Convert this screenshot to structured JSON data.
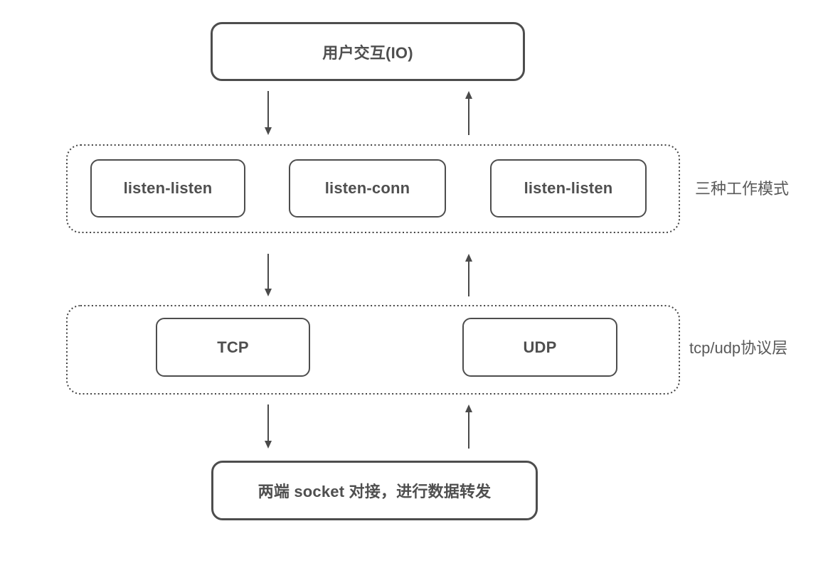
{
  "diagram": {
    "background_color": "#ffffff",
    "stroke_color": "#4d4d4d",
    "text_color": "#4f4f4f",
    "label_color": "#595959",
    "top_box": {
      "label": "用户交互(IO)"
    },
    "modes_group": {
      "side_label": "三种工作模式",
      "boxes": [
        {
          "label": "listen-listen"
        },
        {
          "label": "listen-conn"
        },
        {
          "label": "listen-listen"
        }
      ]
    },
    "protocol_group": {
      "side_label": "tcp/udp协议层",
      "boxes": [
        {
          "label": "TCP"
        },
        {
          "label": "UDP"
        }
      ]
    },
    "bottom_box": {
      "label": "两端 socket 对接，进行数据转发"
    },
    "arrows": [
      {
        "direction": "down",
        "from": "top_box",
        "to": "modes_group"
      },
      {
        "direction": "up",
        "from": "modes_group",
        "to": "top_box"
      },
      {
        "direction": "down",
        "from": "modes_group",
        "to": "protocol_group"
      },
      {
        "direction": "up",
        "from": "protocol_group",
        "to": "modes_group"
      },
      {
        "direction": "down",
        "from": "protocol_group",
        "to": "bottom_box"
      },
      {
        "direction": "up",
        "from": "bottom_box",
        "to": "protocol_group"
      }
    ]
  }
}
